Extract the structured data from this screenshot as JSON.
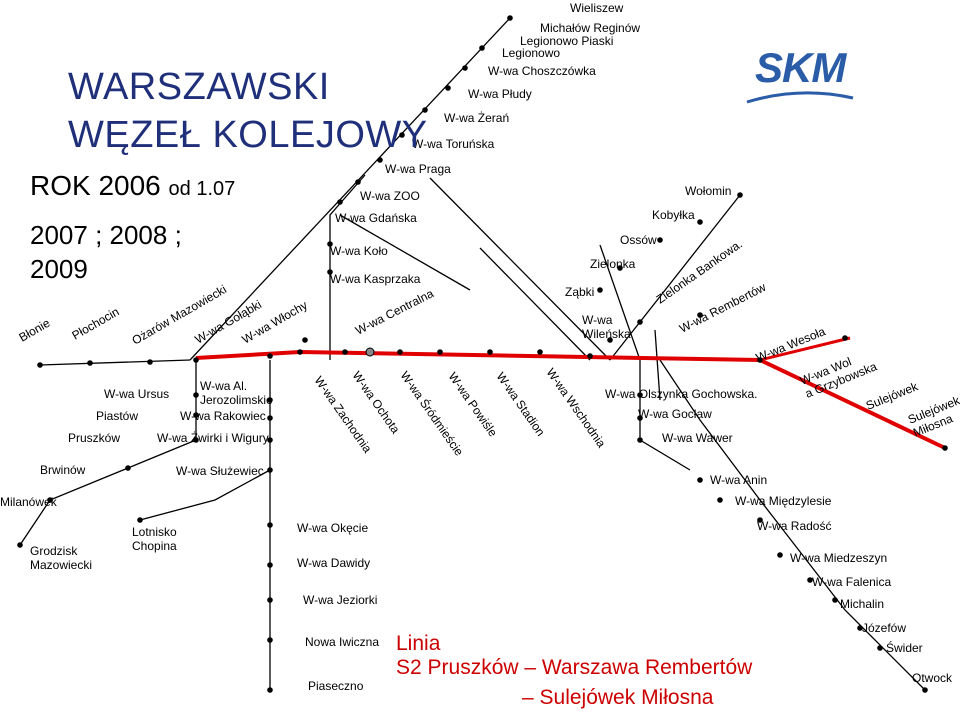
{
  "title": {
    "line1": "WARSZAWSKI",
    "line2": "WĘZEŁ KOLEJOWY",
    "year_main": "ROK 2006",
    "year_small": "od 1.07",
    "years_extra_1": "2007 ; 2008 ;",
    "years_extra_2": "2009"
  },
  "logo": {
    "text": "SKM",
    "color": "#2a5ca8"
  },
  "line_caption": {
    "label": "Linia",
    "route": "S2 Pruszków – Warszawa Rembertów",
    "route_end": "– Sulejówek Miłosna",
    "color": "#cc0000"
  },
  "colors": {
    "track": "#000000",
    "skm_line": "#e00000",
    "title": "#1f2f7a"
  },
  "stations": {
    "wieliszew": "Wieliszew",
    "michalow": "Michałów Reginów",
    "leg_piaski": "Legionowo Piaski",
    "legionowo": "Legionowo",
    "choszczowka": "W-wa Choszczówka",
    "pludy": "W-wa Płudy",
    "zeran": "W-wa Żerań",
    "torunska": "W-wa Toruńska",
    "praga": "W-wa Praga",
    "zoo": "W-wa ZOO",
    "gdanska": "W-wa Gdańska",
    "kolo": "W-wa Koło",
    "kasprzaka": "W-wa Kasprzaka",
    "centralna": "W-wa Centralna",
    "blonie": "Błonie",
    "plochocin": "Płochocin",
    "ozarow": "Ożarów Mazowiecki",
    "golabki": "W-wa Gołąbki",
    "wlochy": "W-wa Włochy",
    "wolomin": "Wołomin",
    "kobylka": "Kobyłka",
    "ossow": "Ossów",
    "zielonka": "Zielonka",
    "zabki": "Ząbki",
    "zielonka_bank": "Zielonka Bankowa.",
    "wilenska": "W-wa Wileńska",
    "rembertow": "W-wa Rembertów",
    "wesola": "W-wa Wesoła",
    "wola_grzyb": "W-wa Wola Grzybowska",
    "sulejowek": "Sulejówek",
    "sulejowek_milosna": "Sulejówek Miłosna",
    "ursus": "W-wa Ursus",
    "al_jeroz": "W-wa Al. Jerozolimskie",
    "piastow": "Piastów",
    "rakowiec": "W-wa Rakowiec",
    "pruszkow": "Pruszków",
    "zwirki": "W-wa Żwirki i Wigury",
    "zachodnia": "W-wa Zachodnia",
    "ochota": "W-wa Ochota",
    "srodmiescie": "W-wa Śródmieście",
    "powisle": "W-wa Powiśle",
    "stadion": "W-wa Stadion",
    "wschodnia": "W-wa Wschodnia",
    "olszynka": "W-wa Olszynka Gochowska.",
    "goclaw": "W-wa Gocław",
    "wawer": "W-wa Wawer",
    "brwinow": "Brwinów",
    "sluzewiec": "W-wa Służewiec",
    "anin": "W-wa Anin",
    "milanowek": "Milanówek",
    "miedzylesie": "W-wa Międzylesie",
    "grodzisk": "Grodzisk Mazowiecki",
    "lotnisko": "Lotnisko Chopina",
    "okecie": "W-wa Okęcie",
    "radosc": "W-wa Radość",
    "dawidy": "W-wa Dawidy",
    "miedzeszyn": "W-wa Miedzeszyn",
    "falenica": "W-wa Falenica",
    "jeziorki": "W-wa Jeziorki",
    "michalin": "Michalin",
    "jozefow": "Józefów",
    "swider": "Świder",
    "nowa_iwiczna": "Nowa Iwiczna",
    "piaseczno": "Piaseczno",
    "otwock": "Otwock"
  }
}
